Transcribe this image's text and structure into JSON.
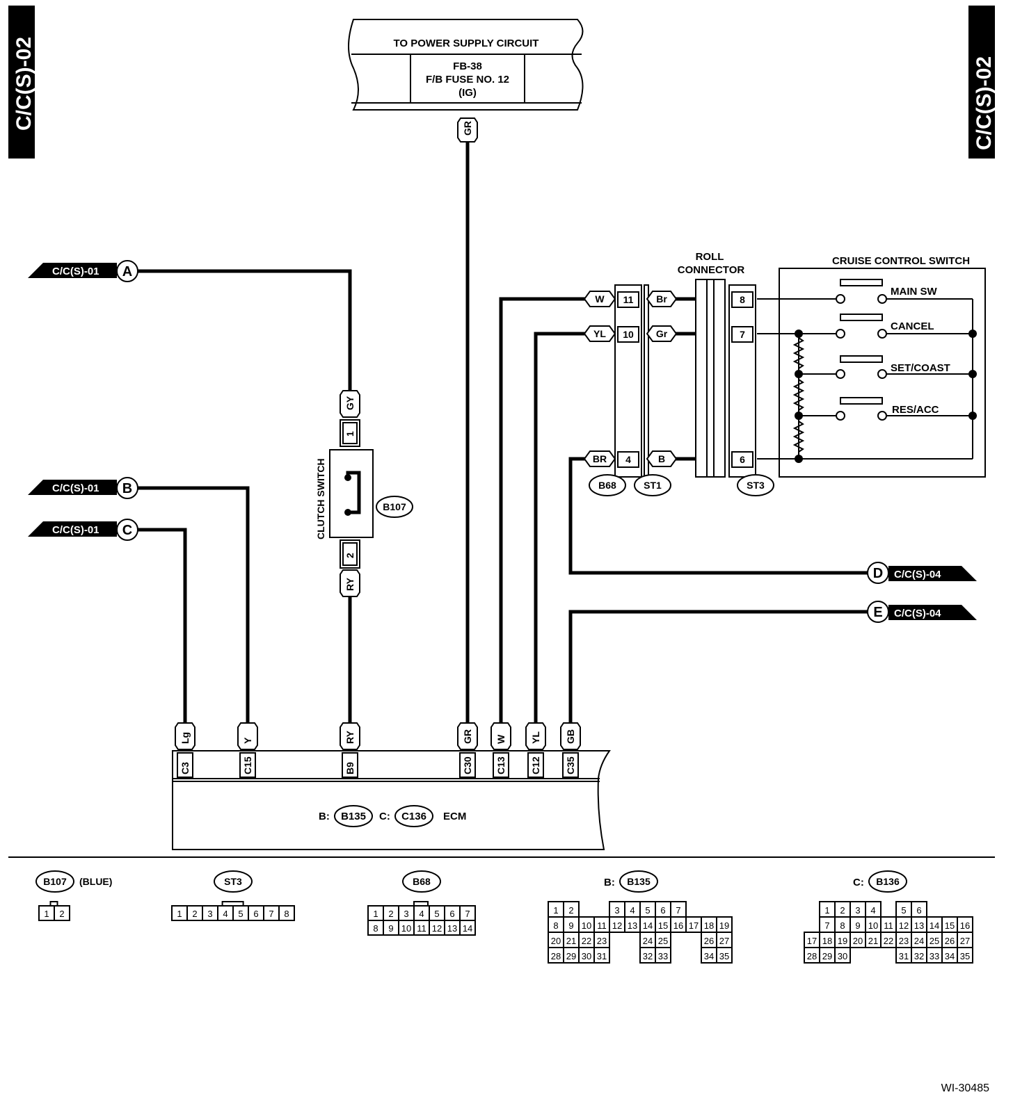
{
  "side_tabs": {
    "left": "C/C(S)-02",
    "right": "C/C(S)-02"
  },
  "power_supply": {
    "title": "TO POWER SUPPLY CIRCUIT",
    "line1": "FB-38",
    "line2": "F/B FUSE NO. 12",
    "line3": "(IG)",
    "wire": "GR"
  },
  "refs_left": [
    {
      "label": "C/C(S)-01",
      "letter": "A"
    },
    {
      "label": "C/C(S)-01",
      "letter": "B"
    },
    {
      "label": "C/C(S)-01",
      "letter": "C"
    }
  ],
  "refs_right": [
    {
      "label": "C/C(S)-04",
      "letter": "D"
    },
    {
      "label": "C/C(S)-04",
      "letter": "E"
    }
  ],
  "clutch_switch": {
    "label": "CLUTCH SWITCH",
    "connector": "B107",
    "wire_top": "GY",
    "pin_top": "1",
    "pin_bottom": "2",
    "wire_bottom": "RY"
  },
  "roll_connector": {
    "label_line1": "ROLL",
    "label_line2": "CONNECTOR",
    "rows": [
      {
        "b68_wire": "W",
        "b68_pin": "11",
        "st1_wire": "Br",
        "st3_pin": "8"
      },
      {
        "b68_wire": "YL",
        "b68_pin": "10",
        "st1_wire": "Gr",
        "st3_pin": "7"
      },
      {
        "b68_wire": "BR",
        "b68_pin": "4",
        "st1_wire": "B",
        "st3_pin": "6"
      }
    ],
    "conn_b68": "B68",
    "conn_st1": "ST1",
    "conn_st3": "ST3"
  },
  "cruise_switch": {
    "title": "CRUISE CONTROL SWITCH",
    "switches": [
      "MAIN SW",
      "CANCEL",
      "SET/COAST",
      "RES/ACC"
    ]
  },
  "ecm": {
    "label": "ECM",
    "b_prefix": "B:",
    "b_conn": "B135",
    "c_prefix": "C:",
    "c_conn": "C136",
    "terminals": [
      {
        "wire": "Lg",
        "pin": "C3"
      },
      {
        "wire": "Y",
        "pin": "C15"
      },
      {
        "wire": "RY",
        "pin": "B9"
      },
      {
        "wire": "GR",
        "pin": "C30"
      },
      {
        "wire": "W",
        "pin": "C13"
      },
      {
        "wire": "YL",
        "pin": "C12"
      },
      {
        "wire": "GB",
        "pin": "C35"
      }
    ]
  },
  "legend": {
    "b107": {
      "name": "B107",
      "note": "(BLUE)",
      "rows": [
        [
          "1",
          "2"
        ]
      ]
    },
    "st3": {
      "name": "ST3",
      "rows": [
        [
          "1",
          "2",
          "3",
          "4",
          "5",
          "6",
          "7",
          "8"
        ]
      ]
    },
    "b68": {
      "name": "B68",
      "rows": [
        [
          "1",
          "2",
          "3",
          "4",
          "5",
          "6",
          "7"
        ],
        [
          "8",
          "9",
          "10",
          "11",
          "12",
          "13",
          "14"
        ]
      ]
    },
    "b135": {
      "prefix": "B:",
      "name": "B135",
      "rows": [
        [
          "1",
          "2",
          "",
          "",
          "3",
          "4",
          "5",
          "6",
          "7"
        ],
        [
          "8",
          "9",
          "10",
          "11",
          "12",
          "13",
          "14",
          "15",
          "16",
          "17",
          "18",
          "19"
        ],
        [
          "20",
          "21",
          "22",
          "23",
          "",
          "",
          "24",
          "25",
          "",
          "",
          "26",
          "27"
        ],
        [
          "28",
          "29",
          "30",
          "31",
          "",
          "",
          "32",
          "33",
          "",
          "",
          "34",
          "35"
        ]
      ]
    },
    "b136": {
      "prefix": "C:",
      "name": "B136",
      "rows": [
        [
          "",
          "1",
          "2",
          "3",
          "4",
          "",
          "5",
          "6"
        ],
        [
          "",
          "7",
          "8",
          "9",
          "10",
          "11",
          "12",
          "13",
          "14",
          "15",
          "16"
        ],
        [
          "17",
          "18",
          "19",
          "20",
          "21",
          "22",
          "23",
          "24",
          "25",
          "26",
          "27"
        ],
        [
          "28",
          "29",
          "30",
          "",
          "",
          "",
          "31",
          "32",
          "33",
          "34",
          "35"
        ]
      ]
    }
  },
  "figure_id": "WI-30485"
}
